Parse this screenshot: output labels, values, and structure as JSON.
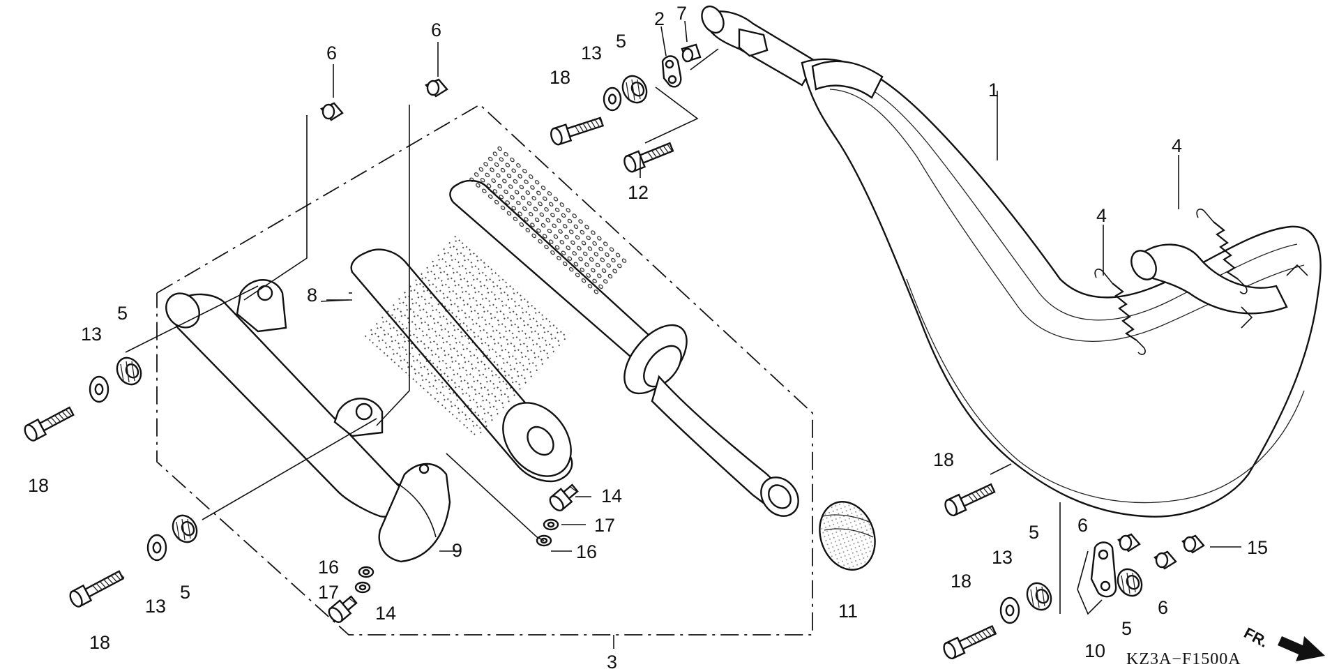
{
  "diagram_code": "KZ3A−F1500A",
  "direction_label": "FR.",
  "callouts": {
    "c1": "1",
    "c2": "2",
    "c3": "3",
    "c4a": "4",
    "c4b": "4",
    "c5a": "5",
    "c5b": "5",
    "c5c": "5",
    "c5d": "5",
    "c5e": "5",
    "c6a": "6",
    "c6b": "6",
    "c6c": "6",
    "c6d": "6",
    "c7": "7",
    "c8": "8",
    "c9": "9",
    "c10": "10",
    "c11": "11",
    "c12": "12",
    "c13a": "13",
    "c13b": "13",
    "c13c": "13",
    "c13d": "13",
    "c14a": "14",
    "c14b": "14",
    "c15": "15",
    "c16a": "16",
    "c16b": "16",
    "c17a": "17",
    "c17b": "17",
    "c18a": "18",
    "c18b": "18",
    "c18c": "18",
    "c18d": "18",
    "c18e": "18"
  }
}
